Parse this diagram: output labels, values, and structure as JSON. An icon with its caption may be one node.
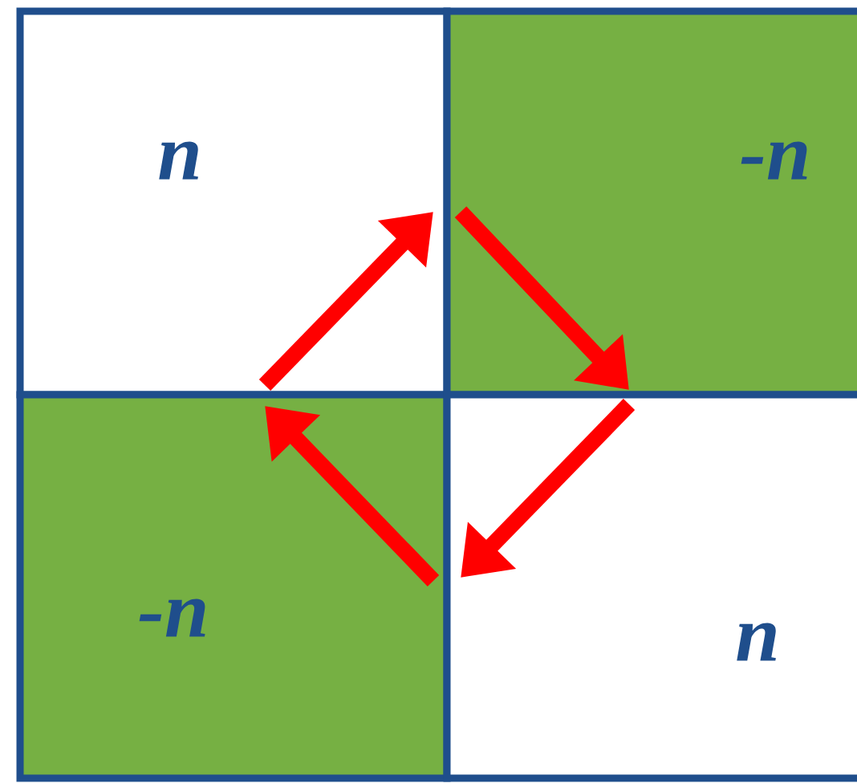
{
  "diagram": {
    "nodes": [
      {
        "text": [
          "n"
        ]
      },
      {
        "text": [
          "-n"
        ]
      },
      {
        "text": [
          "-n"
        ]
      },
      {
        "text": [
          "n"
        ]
      }
    ]
  }
}
